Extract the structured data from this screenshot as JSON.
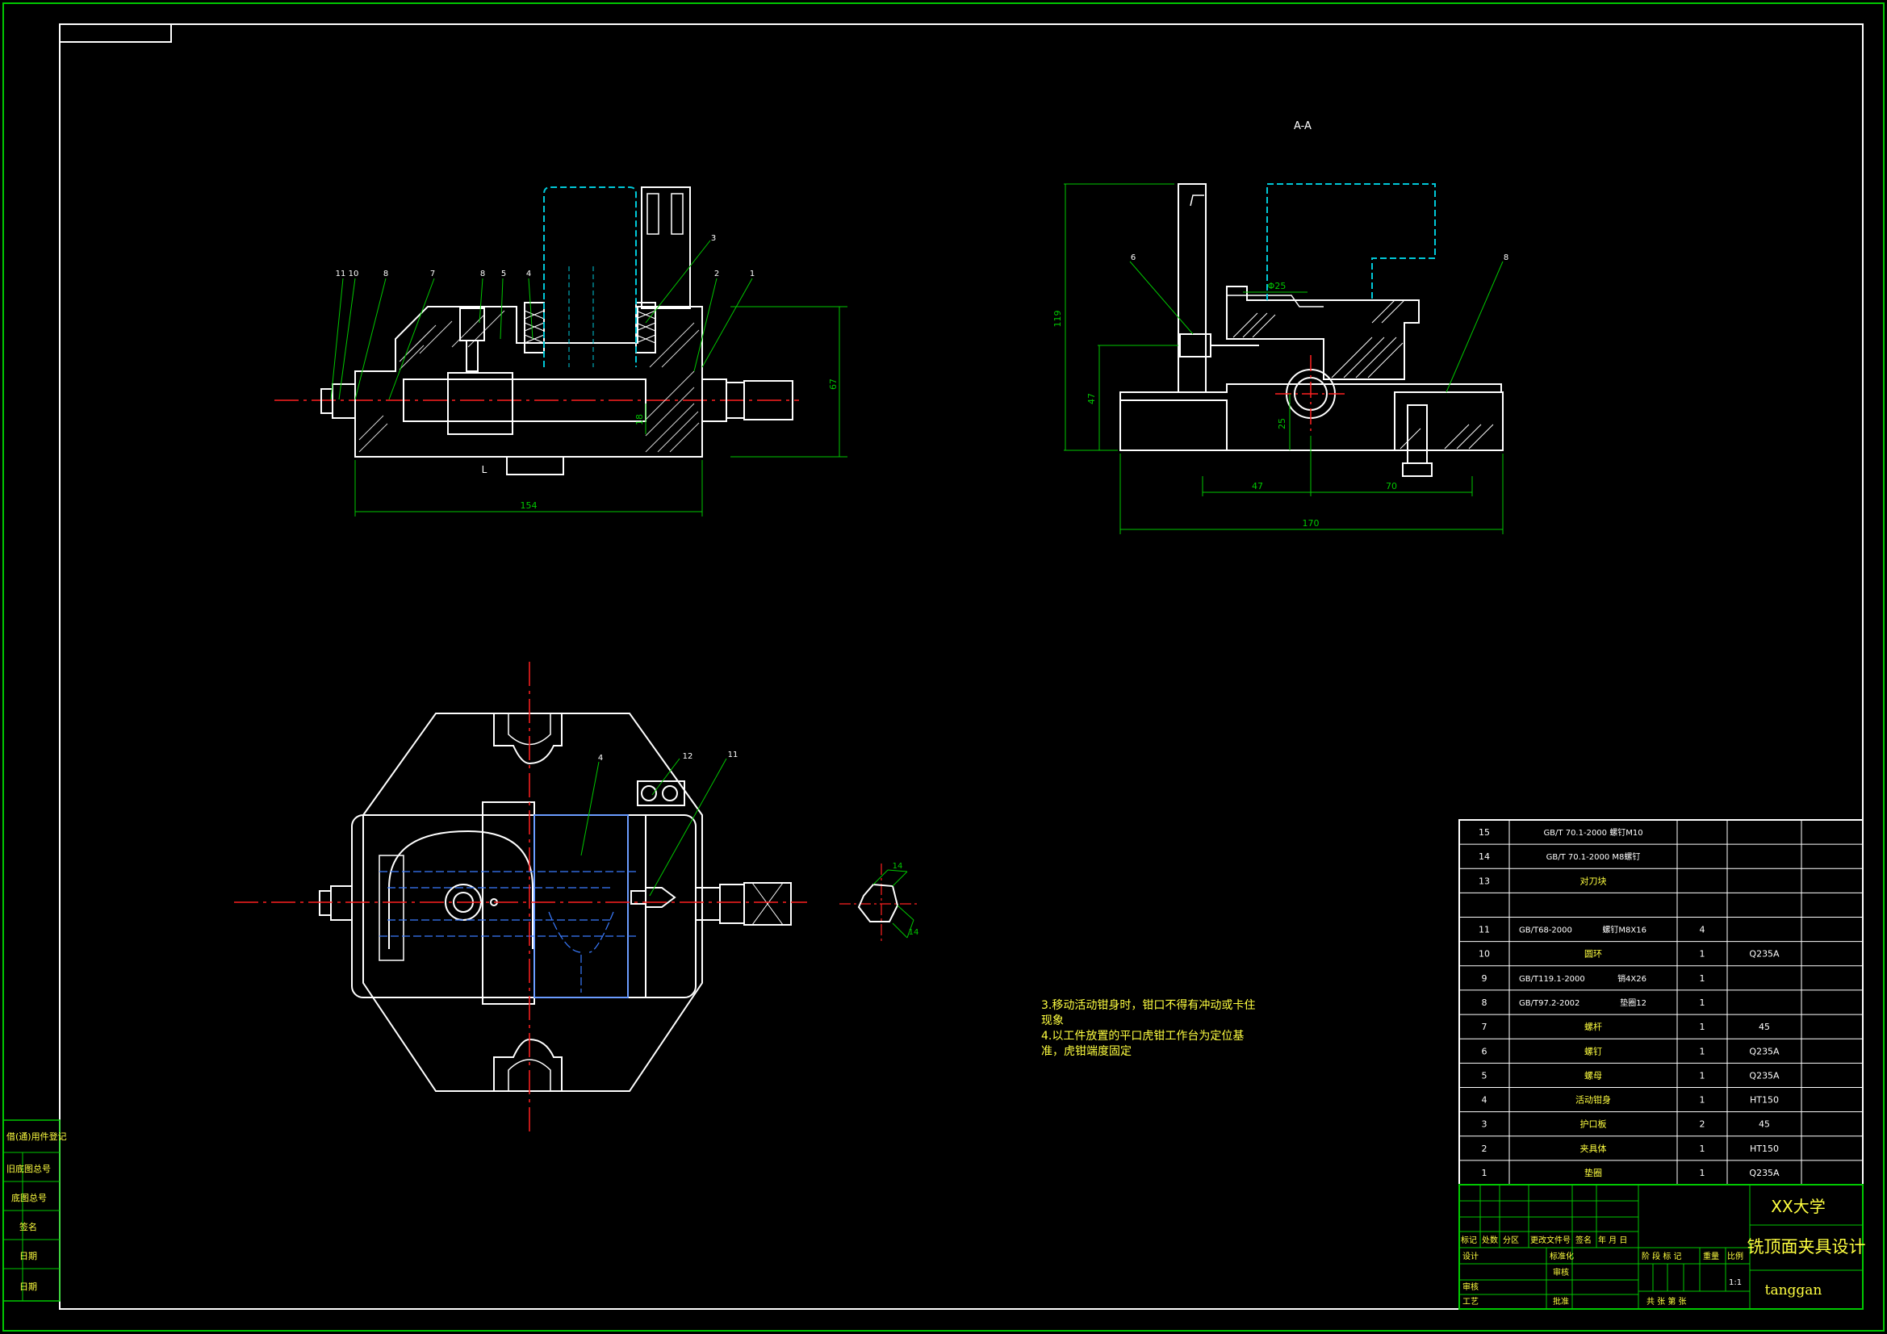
{
  "colors": {
    "background": "#000000",
    "frame": "#00c800",
    "outline": "#ffffff",
    "centerline": "#ff2020",
    "hidden": "#3a7bff",
    "dimension": "#00c800",
    "hatch": "#ffffff",
    "chinese_text": "#ffff40",
    "cyan": "#00c8d8"
  },
  "views": {
    "section_label": "A-A",
    "front": {
      "dim_width": "154",
      "dim_height": "67",
      "dim_small": "18",
      "mark": "L"
    },
    "side": {
      "dim_height_total": "119",
      "dim_height_left": "47",
      "dim_height_inner": "25",
      "dim_left": "47",
      "dim_right": "70",
      "dim_total": "170",
      "dim_dia": "Φ25",
      "mark_left": "6",
      "mark_right": "8"
    },
    "top": {
      "mark_a": "4",
      "mark_b": "12",
      "mark_c": "11",
      "detail_dim_a": "14",
      "detail_dim_b": "14"
    }
  },
  "balloons_front": [
    "11",
    "10",
    "8",
    "7",
    "8",
    "5",
    "4",
    "3",
    "2",
    "1"
  ],
  "notes": [
    "3.移动活动钳身时，钳口不得有冲动或卡住",
    "现象",
    "4.以工件放置的平口虎钳工作台为定位基",
    "准，虎钳端度固定"
  ],
  "left_strip": [
    "借(通)用件登记",
    "旧底图总号",
    "底图总号",
    "签名",
    "日期",
    "日期"
  ],
  "bom": [
    {
      "no": "15",
      "code": "GB/T 70.1-2000 螺钉M10",
      "name": "",
      "qty": "",
      "mat": ""
    },
    {
      "no": "14",
      "code": "GB/T 70.1-2000 M8螺钉",
      "name": "",
      "qty": "",
      "mat": ""
    },
    {
      "no": "13",
      "code": "",
      "name": "对刀块",
      "qty": "",
      "mat": ""
    },
    {
      "no": "",
      "code": "",
      "name": "",
      "qty": "",
      "mat": ""
    },
    {
      "no": "11",
      "code": "GB/T68-2000",
      "name": "螺钉M8X16",
      "qty": "4",
      "mat": ""
    },
    {
      "no": "10",
      "code": "",
      "name": "圆环",
      "qty": "1",
      "mat": "Q235A"
    },
    {
      "no": "9",
      "code": "GB/T119.1-2000",
      "name": "销4X26",
      "qty": "1",
      "mat": ""
    },
    {
      "no": "8",
      "code": "GB/T97.2-2002",
      "name": "垫圈12",
      "qty": "1",
      "mat": ""
    },
    {
      "no": "7",
      "code": "",
      "name": "螺杆",
      "qty": "1",
      "mat": "45"
    },
    {
      "no": "6",
      "code": "",
      "name": "螺钉",
      "qty": "1",
      "mat": "Q235A"
    },
    {
      "no": "5",
      "code": "",
      "name": "螺母",
      "qty": "1",
      "mat": "Q235A"
    },
    {
      "no": "4",
      "code": "",
      "name": "活动钳身",
      "qty": "1",
      "mat": "HT150"
    },
    {
      "no": "3",
      "code": "",
      "name": "护口板",
      "qty": "2",
      "mat": "45"
    },
    {
      "no": "2",
      "code": "",
      "name": "夹具体",
      "qty": "1",
      "mat": "HT150"
    },
    {
      "no": "1",
      "code": "",
      "name": "垫圈",
      "qty": "1",
      "mat": "Q235A"
    }
  ],
  "title_block": {
    "university": "XX大学",
    "title": "铣顶面夹具设计",
    "author": "tanggan",
    "scale": "1:1",
    "rev_headers": [
      "标记",
      "处数",
      "分区",
      "更改文件号",
      "签名",
      "年 月 日"
    ],
    "sign_rows_left": [
      "设计",
      "",
      "审核",
      "工艺"
    ],
    "sign_rows_mid": [
      "标准化",
      "审核",
      "",
      "批准"
    ],
    "stage_headers": [
      "阶 段 标 记",
      "重量",
      "比例"
    ],
    "sheet_footer": "共    张    第    张"
  }
}
